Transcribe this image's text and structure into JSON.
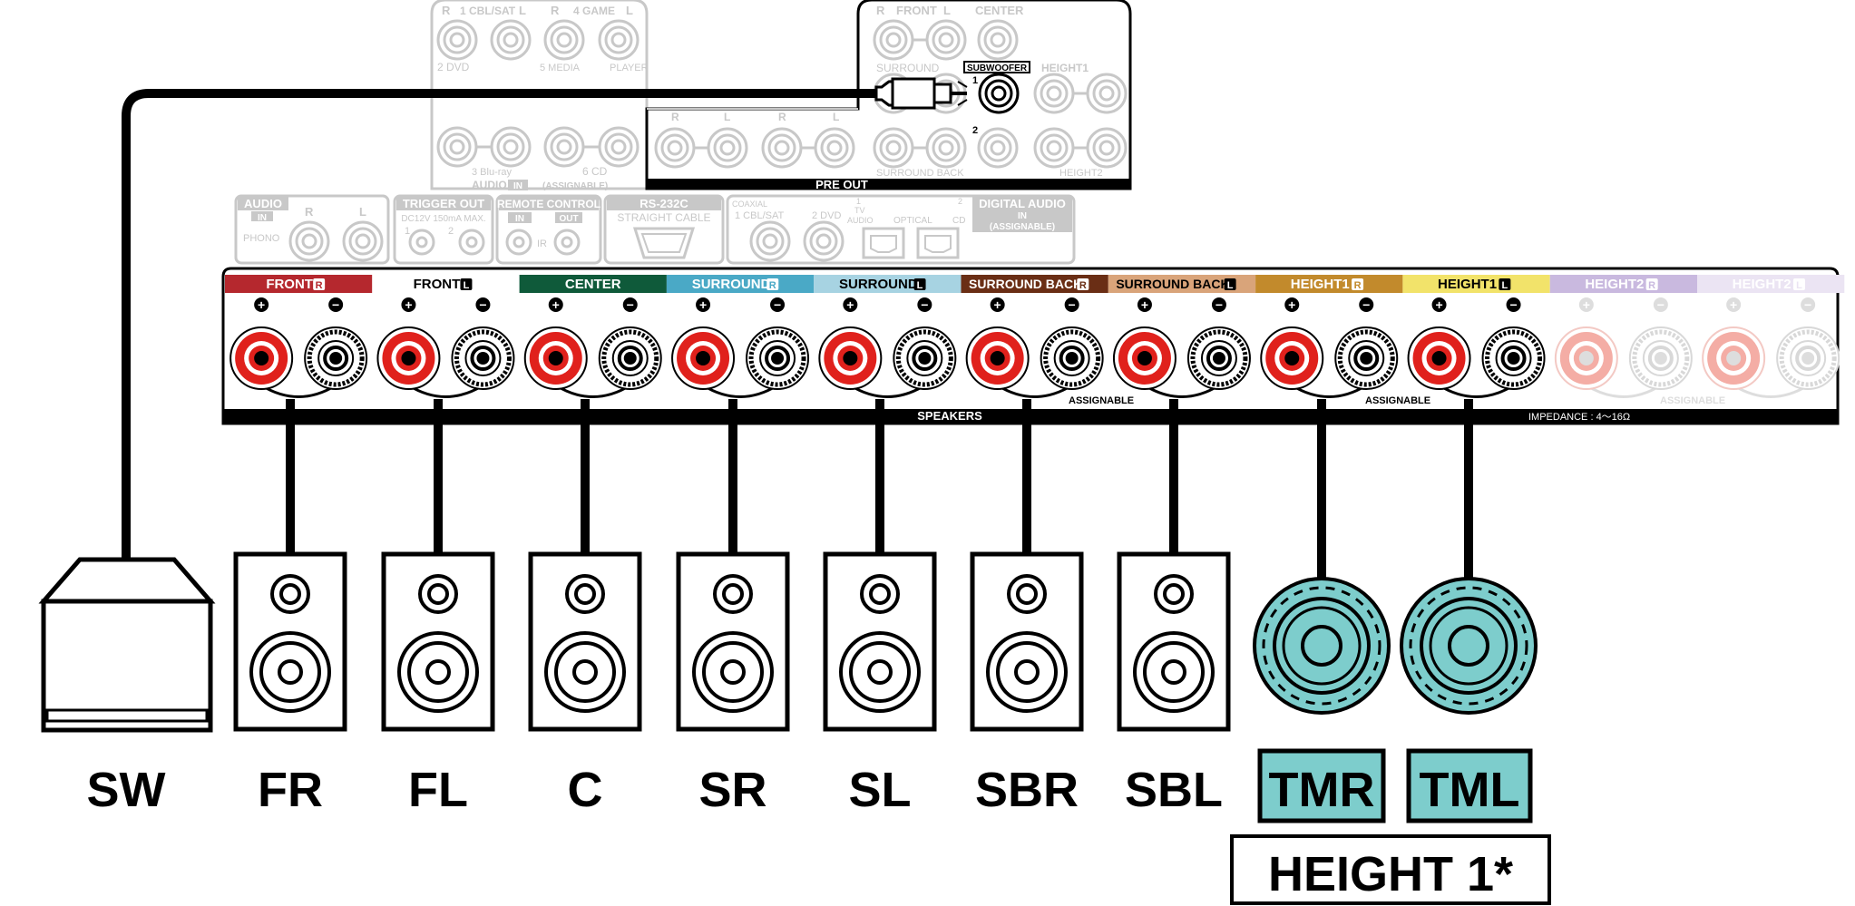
{
  "top_panel": {
    "audio_in_top": {
      "r1": "R",
      "cbl": "1 CBL/SAT",
      "l1": "L",
      "r2": "R",
      "game": "4 GAME",
      "l2": "L"
    },
    "audio_in_mid": {
      "dvd": "2 DVD",
      "media": "5 MEDIA",
      "player": "PLAYER"
    },
    "audio_in_bot": {
      "bluray": "3 Blu-ray",
      "cd": "6 CD",
      "audio": "AUDIO",
      "in": "IN",
      "assignable": "(ASSIGNABLE)"
    },
    "preout": {
      "r": "R",
      "front": "FRONT",
      "l": "L",
      "center": "CENTER",
      "surround": "SURROUND",
      "subwoofer": "SUBWOOFER",
      "one": "1",
      "two": "2",
      "height1": "HEIGHT1",
      "pr1": "R",
      "pl1": "L",
      "pr2": "R",
      "pl2": "L",
      "surround_back": "SURROUND BACK",
      "height2": "HEIGHT2",
      "title": "PRE OUT"
    }
  },
  "mid_panel": {
    "audio": "AUDIO",
    "in": "IN",
    "phono": "PHONO",
    "r": "R",
    "l": "L",
    "trigger": "TRIGGER OUT",
    "trigger_spec": "DC12V 150mA MAX.",
    "t1": "1",
    "t2": "2",
    "remote": "REMOTE CONTROL",
    "r_in": "IN",
    "r_out": "OUT",
    "ir": "IR",
    "rs232": "RS-232C",
    "straight": "STRAIGHT CABLE",
    "coaxial": "COAXIAL",
    "cbl": "1 CBL/SAT",
    "dvd": "2 DVD",
    "tv_num": "1",
    "tv": "TV",
    "tv_audio": "AUDIO",
    "optical": "OPTICAL",
    "cd_num": "2",
    "cd": "CD",
    "digital": "DIGITAL AUDIO",
    "d_in": "IN",
    "d_assign": "(ASSIGNABLE)"
  },
  "speakers_panel": {
    "title": "SPEAKERS",
    "assignable": "ASSIGNABLE",
    "impedance": "IMPEDANCE : 4～16Ω",
    "plus": "+",
    "minus": "−",
    "groups": [
      {
        "name": "FRONT",
        "side": "R",
        "bg": "#b5282e",
        "color": "#ffffff",
        "active": true
      },
      {
        "name": "FRONT",
        "side": "L",
        "bg": "#ffffff",
        "color": "#000000",
        "active": true
      },
      {
        "name": "CENTER",
        "side": "",
        "bg": "#0f5a3a",
        "color": "#ffffff",
        "active": true
      },
      {
        "name": "SURROUND",
        "side": "R",
        "bg": "#4aa9c6",
        "color": "#ffffff",
        "active": true
      },
      {
        "name": "SURROUND",
        "side": "L",
        "bg": "#a7d3e2",
        "color": "#000000",
        "active": true
      },
      {
        "name": "SURROUND BACK",
        "side": "R",
        "bg": "#6a2e15",
        "color": "#ffffff",
        "active": true
      },
      {
        "name": "SURROUND BACK",
        "side": "L",
        "bg": "#d9a47a",
        "color": "#000000",
        "active": true
      },
      {
        "name": "HEIGHT1",
        "side": "R",
        "bg": "#c28a2c",
        "color": "#ffffff",
        "active": true
      },
      {
        "name": "HEIGHT1",
        "side": "L",
        "bg": "#f2e36a",
        "color": "#000000",
        "active": true
      },
      {
        "name": "HEIGHT2",
        "side": "R",
        "bg": "#c9b9df",
        "color": "#ffffff",
        "active": false
      },
      {
        "name": "HEIGHT2",
        "side": "L",
        "bg": "#ebe4f3",
        "color": "#ffffff",
        "active": false
      }
    ]
  },
  "speaker_labels": [
    "SW",
    "FR",
    "FL",
    "C",
    "SR",
    "SL",
    "SBR",
    "SBL",
    "TMR",
    "TML"
  ],
  "height_note": "HEIGHT 1*",
  "colors": {
    "teal": "#7dcdcc",
    "red": "#e0211c",
    "grey": "#c8c8c8"
  }
}
